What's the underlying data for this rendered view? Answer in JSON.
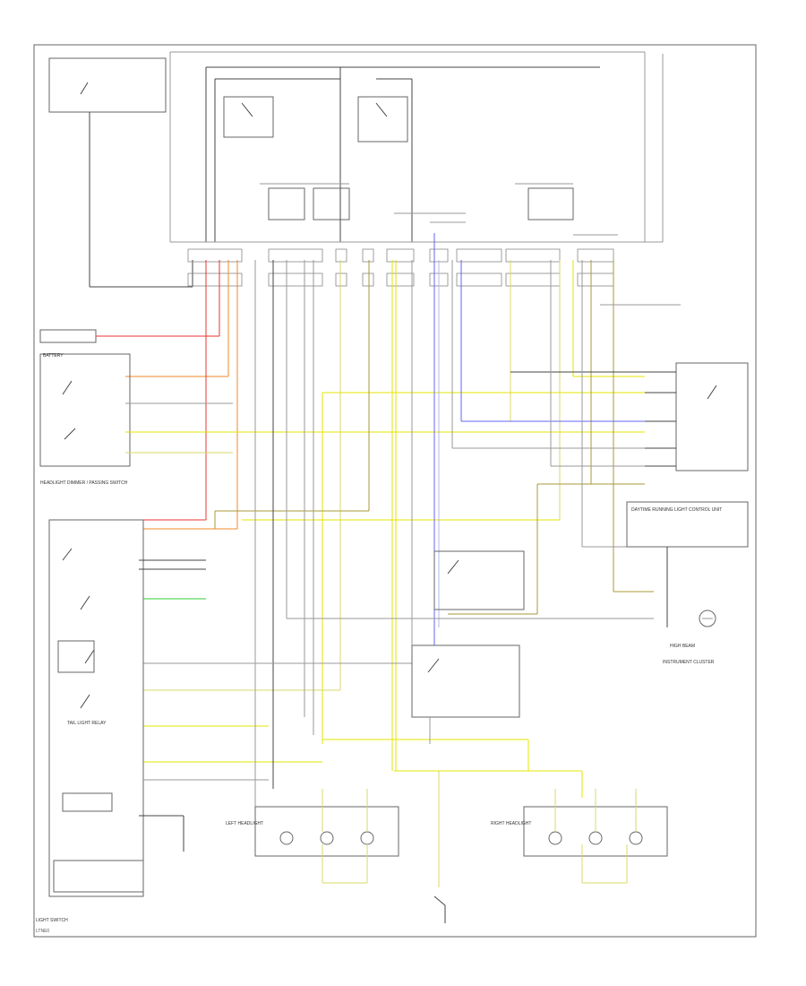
{
  "labels": {
    "battery": "BATTERY",
    "light_switch": "LIGHT SWITCH",
    "headlight_dimmer": "HEADLIGHT DIMMER / PASSING SWITCH",
    "tail_light_relay": "TAIL LIGHT RELAY",
    "left_headlight": "LEFT HEADLIGHT",
    "right_headlight": "RIGHT HEADLIGHT",
    "instrument_cluster": "INSTRUMENT CLUSTER",
    "high_beam": "HIGH BEAM",
    "daytime_running_light_control": "DAYTIME RUNNING LIGHT CONTROL UNIT",
    "corner_code": "LTNE0"
  },
  "colors": {
    "red": "#ee3333",
    "orange": "#f08a2a",
    "yellow": "#e6e600",
    "blue": "#6666ee",
    "green": "#33cc33",
    "black": "#444444",
    "gray": "#9a9a9a"
  }
}
